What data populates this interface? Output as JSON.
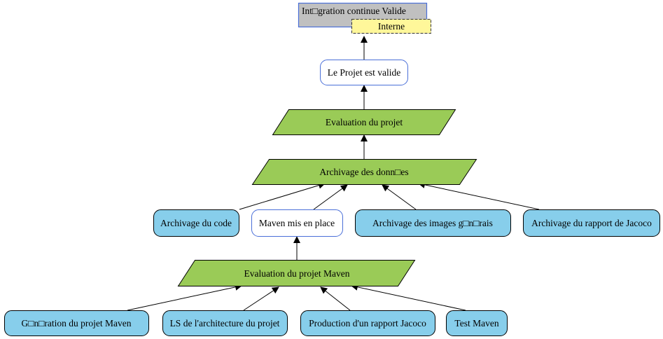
{
  "title_box": {
    "title": "Int□gration continue Valide",
    "tag": "Interne"
  },
  "nodes": {
    "projet_valide": "Le Projet est valide",
    "evaluation_projet": "Evaluation du projet",
    "archivage_donnees": "Archivage des donn□es",
    "archivage_code": "Archivage du code",
    "maven_en_place": "Maven mis en place",
    "archivage_images": "Archivage des images g□n□rais",
    "archivage_jacoco": "Archivage du rapport de Jacoco",
    "evaluation_maven": "Evaluation du projet Maven",
    "generation_maven": "G□n□ration du projet Maven",
    "ls_architecture": "LS de l'architecture du projet",
    "production_jacoco": "Production d'un rapport Jacoco",
    "test_maven": "Test Maven"
  },
  "colors": {
    "title_fill": "#c0c0c0",
    "title_border": "#4a6fd8",
    "tag_fill": "#fff79a",
    "decision_fill": "#9acb57",
    "task_fill": "#87ceeb",
    "state_border": "#4a6fd8"
  }
}
